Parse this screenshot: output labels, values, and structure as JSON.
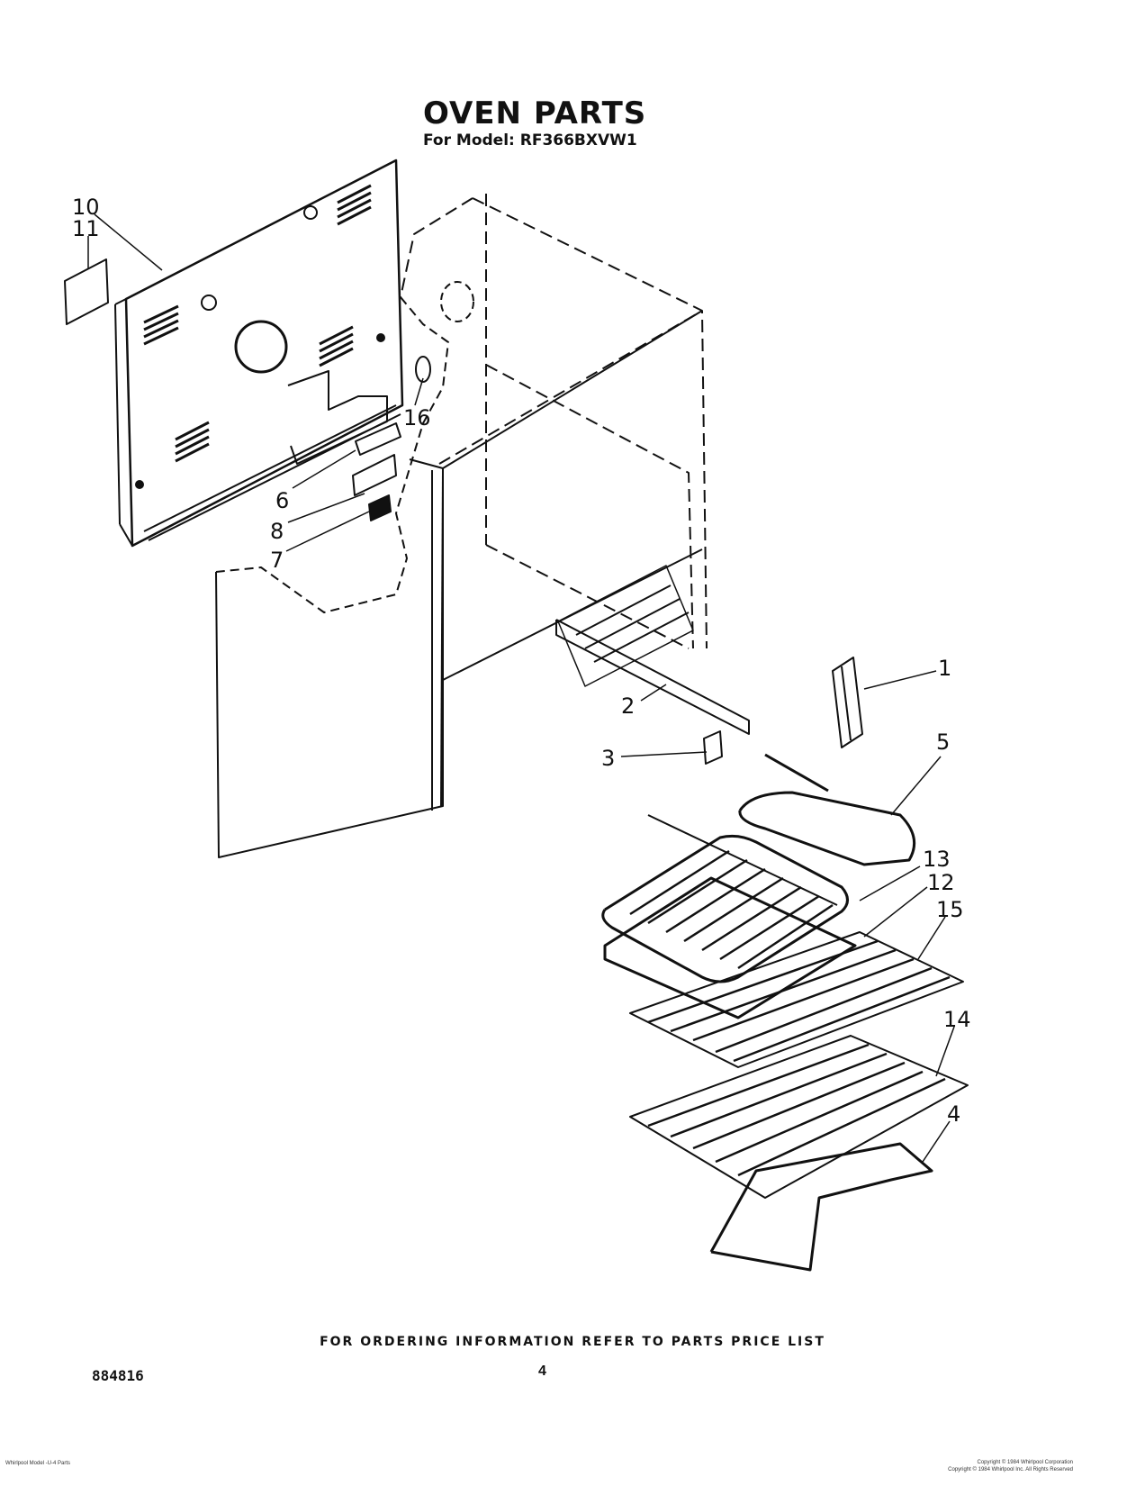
{
  "header": {
    "title": "OVEN PARTS",
    "model_line": "For Model: RF366BXVW1"
  },
  "callouts": [
    {
      "id": "10",
      "label": "10"
    },
    {
      "id": "11",
      "label": "11"
    },
    {
      "id": "16",
      "label": "16"
    },
    {
      "id": "6",
      "label": "6"
    },
    {
      "id": "8",
      "label": "8"
    },
    {
      "id": "7",
      "label": "7"
    },
    {
      "id": "1",
      "label": "1"
    },
    {
      "id": "2",
      "label": "2"
    },
    {
      "id": "3",
      "label": "3"
    },
    {
      "id": "5",
      "label": "5"
    },
    {
      "id": "13",
      "label": "13"
    },
    {
      "id": "12",
      "label": "12"
    },
    {
      "id": "15",
      "label": "15"
    },
    {
      "id": "14",
      "label": "14"
    },
    {
      "id": "4",
      "label": "4"
    }
  ],
  "footer": {
    "ordering_note": "FOR ORDERING INFORMATION REFER TO PARTS PRICE LIST",
    "doc_number": "884816",
    "page_number": "4",
    "fine_print_left": "Whirlpool Model -U-4 Parts",
    "fine_print_right_1": "Copyright © 1984 Whirlpool Corporation",
    "fine_print_right_2": "Copyright © 1984 Whirlpool Inc. All Rights Reserved"
  },
  "colors": {
    "ink": "#111111",
    "paper": "#ffffff"
  }
}
